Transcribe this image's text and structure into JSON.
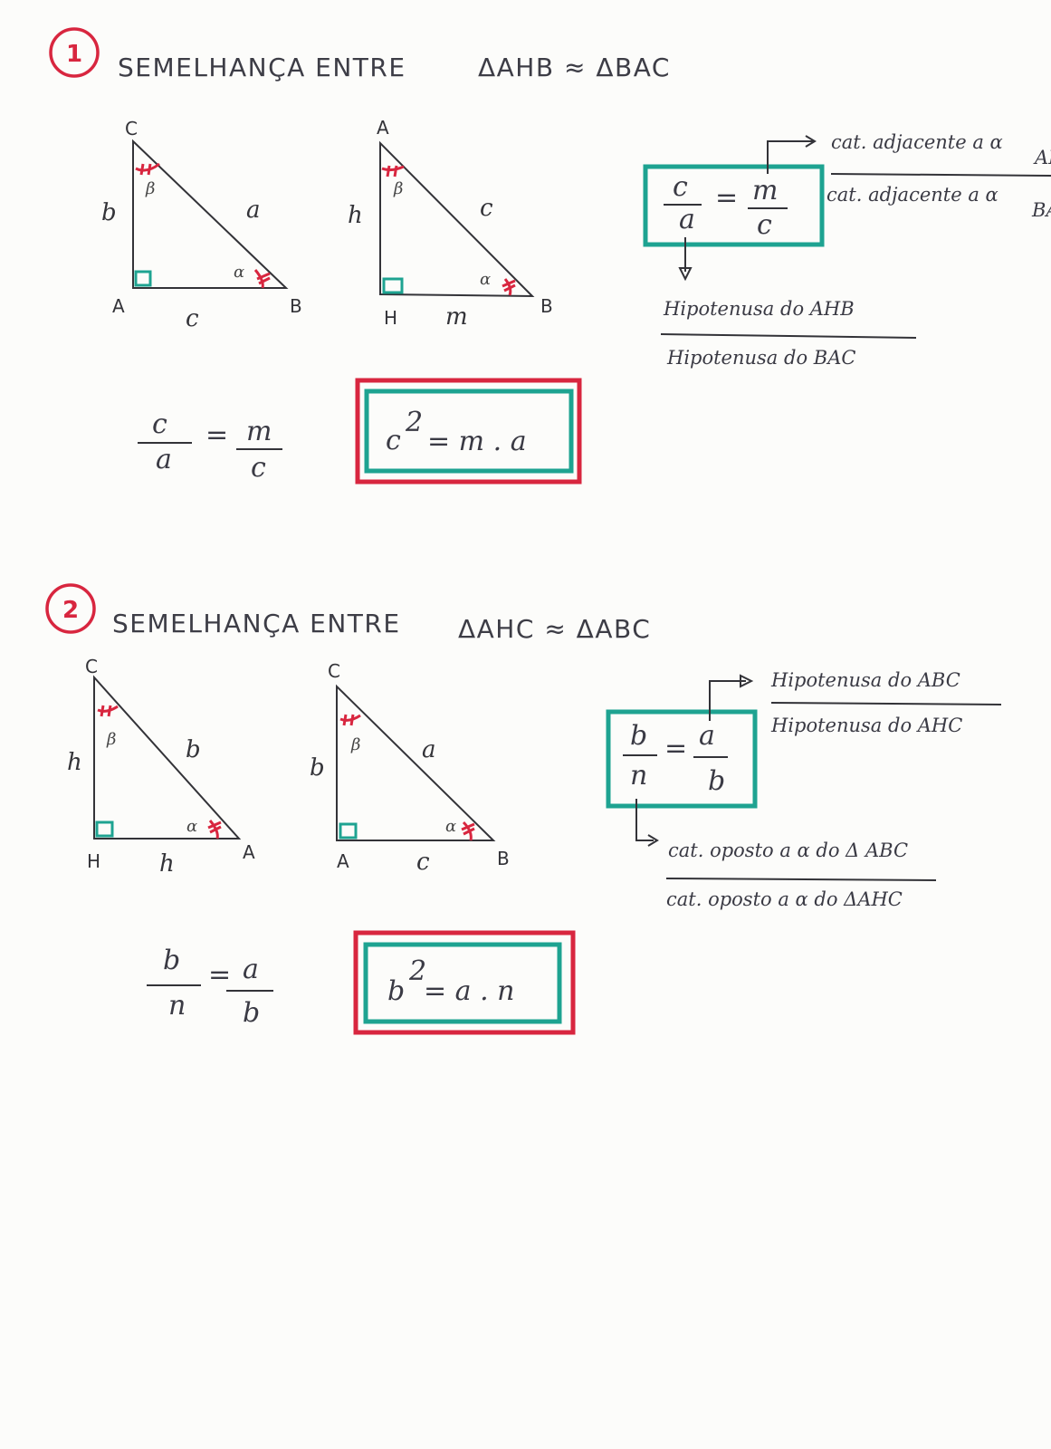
{
  "sections": [
    {
      "number": "1",
      "title_prefix": "SEMELHANÇA ENTRE",
      "title_similarity": "ΔAHB ≈ ΔBAC",
      "triangle1": {
        "vertex_top": "C",
        "vertex_bottom_left": "A",
        "vertex_bottom_right": "B",
        "side_left": "b",
        "side_hyp": "a",
        "side_bottom": "c",
        "angle_top": "β",
        "angle_right": "α"
      },
      "triangle2": {
        "vertex_top": "A",
        "vertex_bottom_left": "H",
        "vertex_bottom_right": "B",
        "side_left": "h",
        "side_hyp": "c",
        "side_bottom": "m",
        "angle_top": "β",
        "angle_right": "α"
      },
      "proportion": {
        "num_left": "c",
        "den_left": "a",
        "eq": "=",
        "num_right": "m",
        "den_right": "c"
      },
      "boxed_proportion": {
        "num_left": "c",
        "den_left": "a",
        "eq": "=",
        "num_right": "m",
        "den_right": "c"
      },
      "note_top_numerator": "cat. adjacente a α",
      "note_top_numerator_sub": "AH",
      "note_top_denominator": "cat. adjacente a α",
      "note_top_denominator_sub": "BA",
      "note_bottom_numerator": "Hipotenusa do AHB",
      "note_bottom_denominator": "Hipotenusa do BAC",
      "result": {
        "base": "c",
        "exp": "2",
        "rhs": "= m . a"
      }
    },
    {
      "number": "2",
      "title_prefix": "SEMELHANÇA ENTRE",
      "title_similarity": "ΔAHC ≈ ΔABC",
      "triangle1": {
        "vertex_top": "C",
        "vertex_bottom_left": "H",
        "vertex_bottom_right": "A",
        "side_left": "h",
        "side_hyp": "b",
        "side_bottom": "h",
        "angle_top": "β",
        "angle_right": "α"
      },
      "triangle2": {
        "vertex_top": "C",
        "vertex_bottom_left": "A",
        "vertex_bottom_right": "B",
        "side_left": "b",
        "side_hyp": "a",
        "side_bottom": "c",
        "angle_top": "β",
        "angle_right": "α"
      },
      "proportion": {
        "num_left": "b",
        "den_left": "n",
        "eq": "=",
        "num_right": "a",
        "den_right": "b"
      },
      "boxed_proportion": {
        "num_left": "b",
        "den_left": "n",
        "eq": "=",
        "num_right": "a",
        "den_right": "b"
      },
      "note_top_numerator": "Hipotenusa do ABC",
      "note_top_denominator": "Hipotenusa do AHC",
      "note_bottom_numerator": "cat. oposto a α do Δ ABC",
      "note_bottom_denominator": "cat. oposto a α do ΔAHC",
      "result": {
        "base": "b",
        "exp": "2",
        "rhs": "= a . n"
      }
    }
  ],
  "colors": {
    "red": "#d8263f",
    "teal": "#1ea391",
    "ink": "#333338"
  }
}
